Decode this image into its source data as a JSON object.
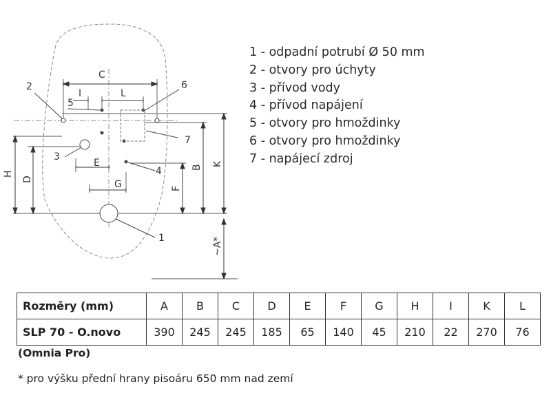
{
  "diagram": {
    "callouts": [
      "1",
      "2",
      "3",
      "4",
      "5",
      "6",
      "7"
    ],
    "dimension_letters": {
      "C": "C",
      "I": "I",
      "L": "L",
      "E": "E",
      "G": "G",
      "H": "H",
      "D": "D",
      "F": "F",
      "B": "B",
      "K": "K",
      "A": "~A*"
    }
  },
  "legend": [
    "1 - odpadní potrubí Ø 50 mm",
    "2 - otvory pro úchyty",
    "3 - přívod vody",
    "4 - přívod napájení",
    "5 - otvory pro hmoždinky",
    "6 - otvory pro hmoždinky",
    "7 - napájecí zdroj"
  ],
  "table": {
    "header": [
      "Rozměry (mm)",
      "A",
      "B",
      "C",
      "D",
      "E",
      "F",
      "G",
      "H",
      "I",
      "K",
      "L"
    ],
    "row": [
      "SLP 70 - O.novo",
      "390",
      "245",
      "245",
      "185",
      "65",
      "140",
      "45",
      "210",
      "22",
      "270",
      "76"
    ]
  },
  "subtitle": "(Omnia Pro)",
  "footnote": "* pro výšku přední hrany pisoáru 650 mm nad zemí"
}
